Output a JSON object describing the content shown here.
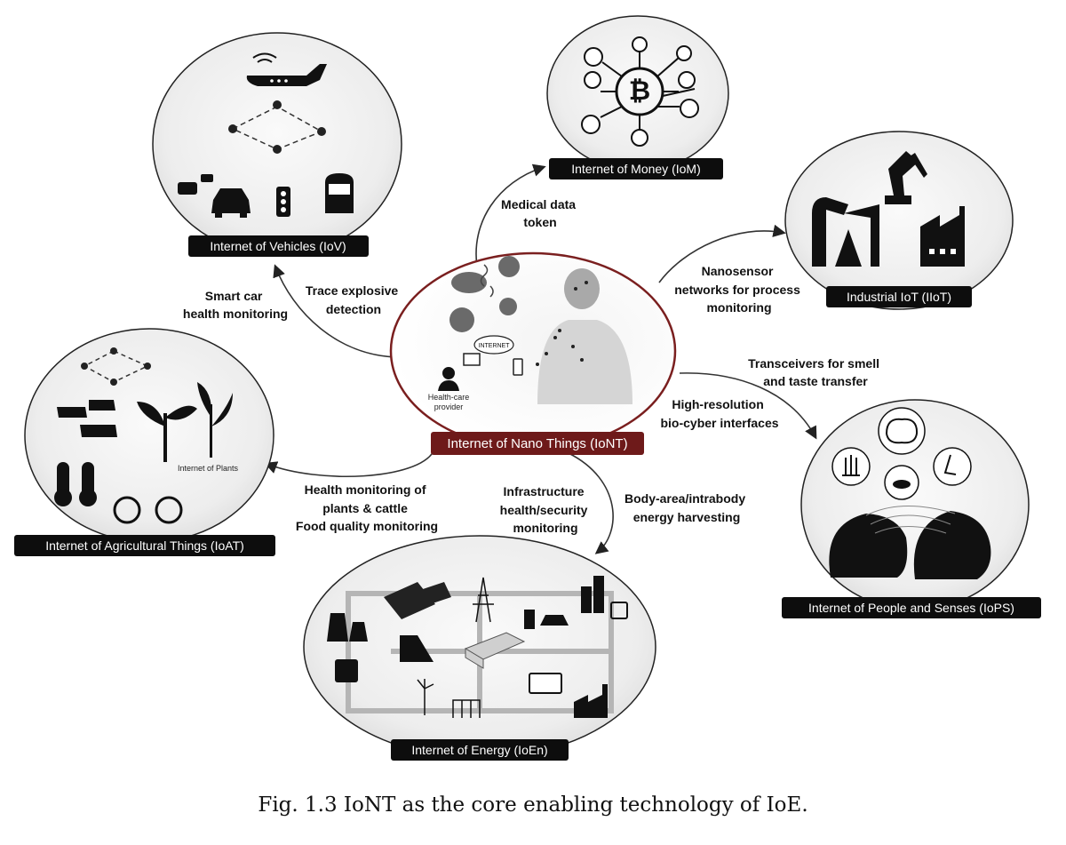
{
  "nodes": {
    "iont": "Internet of Nano Things (IoNT)",
    "iom": "Internet of Money (IoM)",
    "iov": "Internet of Vehicles (IoV)",
    "iiot": "Industrial IoT (IIoT)",
    "ioat": "Internet of Agricultural Things (IoAT)",
    "iops": "Internet of People and Senses (IoPS)",
    "ioen": "Internet of Energy (IoEn)"
  },
  "inner_labels": {
    "internet": "INTERNET",
    "health_care_1": "Health-care",
    "health_care_2": "provider",
    "internet_of_plants": "Internet of Plants"
  },
  "links": {
    "iom": [
      "Medical data",
      "token"
    ],
    "iov_a": [
      "Smart car",
      "health monitoring"
    ],
    "iov_b": [
      "Trace explosive",
      "detection"
    ],
    "iiot": [
      "Nanosensor",
      "networks for process",
      "monitoring"
    ],
    "iops_a": [
      "Transceivers for smell",
      "and taste transfer"
    ],
    "iops_b": [
      "High-resolution",
      "bio-cyber interfaces"
    ],
    "ioat": [
      "Health monitoring of",
      "plants & cattle",
      "Food quality monitoring"
    ],
    "ioen_a": [
      "Infrastructure",
      "health/security",
      "monitoring"
    ],
    "ioen_b": [
      "Body-area/intrabody",
      "energy harvesting"
    ]
  },
  "caption": "Fig. 1.3 IoNT as the core enabling technology of IoE.",
  "colors": {
    "core_outline": "#7a1f1f",
    "core_tag": "#6e1a1a",
    "tag_bg": "#0d0d0d",
    "bubble_fill": "#ececec"
  }
}
